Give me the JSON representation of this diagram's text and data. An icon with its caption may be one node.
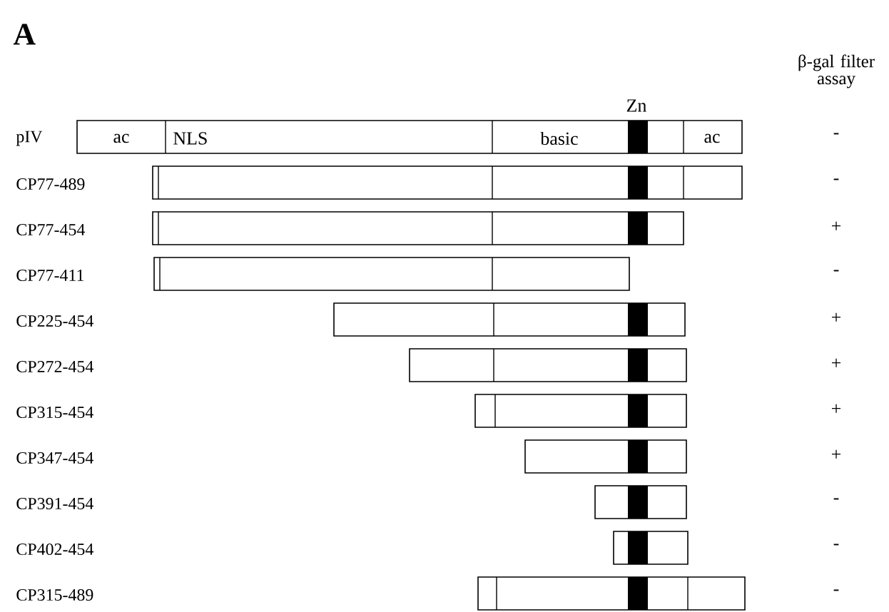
{
  "diagram": {
    "nodes": [
      {
        "text": [
          "ac",
          "NLS",
          "basic",
          "ac"
        ]
      },
      {
        "text": [],
        "shape": "bar"
      },
      {
        "text": [],
        "shape": "bar"
      },
      {
        "text": [],
        "shape": "bar"
      },
      {
        "text": [],
        "shape": "bar"
      },
      {
        "text": [],
        "shape": "bar"
      },
      {
        "text": [],
        "shape": "bar"
      },
      {
        "text": [],
        "shape": "bar"
      },
      {
        "text": [],
        "shape": "bar"
      },
      {
        "text": [],
        "shape": "bar"
      },
      {
        "text": [],
        "shape": "bar"
      }
    ],
    "labels": [
      "A",
      "β-gal filter assay",
      "Zn",
      "pIV",
      "-",
      "CP77-489",
      "-",
      "CP77-454",
      "+",
      "CP77-411",
      "-",
      "CP225-454",
      "+",
      "CP272-454",
      "+",
      "CP315-454",
      "+",
      "CP347-454",
      "+",
      "CP391-454",
      "-",
      "CP402-454",
      "-",
      "CP315-489",
      "-"
    ]
  }
}
